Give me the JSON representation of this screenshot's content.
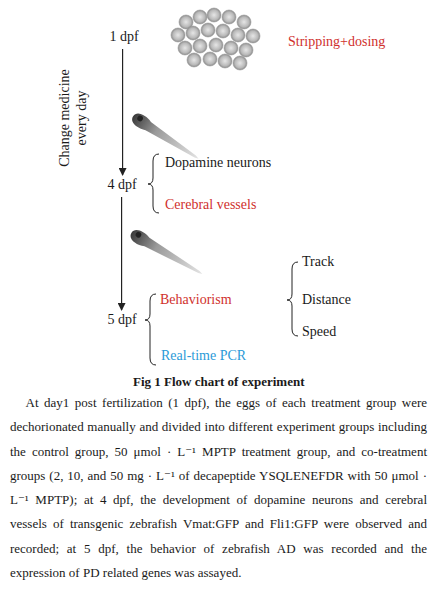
{
  "diagram": {
    "caption": "Fig 1 Flow chart of experiment",
    "nodes": [
      {
        "text": [
          "1 dpf"
        ]
      },
      {
        "text": [
          "4 dpf"
        ]
      },
      {
        "text": [
          "5 dpf"
        ]
      }
    ],
    "edges": [
      {
        "from": 0,
        "to": 1,
        "arrow": "to",
        "label": "Change medicine every day"
      },
      {
        "from": 1,
        "to": 2,
        "arrow": "to"
      }
    ],
    "labels": [
      "Stripping+dosing",
      "Dopamine neurons",
      "Cerebral vessels",
      "Behaviorism",
      "Real-time PCR",
      "Track",
      "Distance",
      "Speed",
      "At day1 post fertilization (1 dpf), the eggs of each treatment group were dechorionated manually and divided into different experiment groups including the control group, 50 μmol · L⁻¹ MPTP treatment group, and co-treatment groups (2, 10, and 50 mg · L⁻¹ of decapeptide YSQLENEFDR with 50 μmol · L⁻¹ MPTP); at 4 dpf, the development of dopamine neurons and cerebral vessels of transgenic zebrafish Vmat:GFP and Fli1:GFP were observed and recorded; at 5 dpf, the behavior of zebrafish AD was recorded and the expression of PD related genes was assayed."
    ]
  }
}
